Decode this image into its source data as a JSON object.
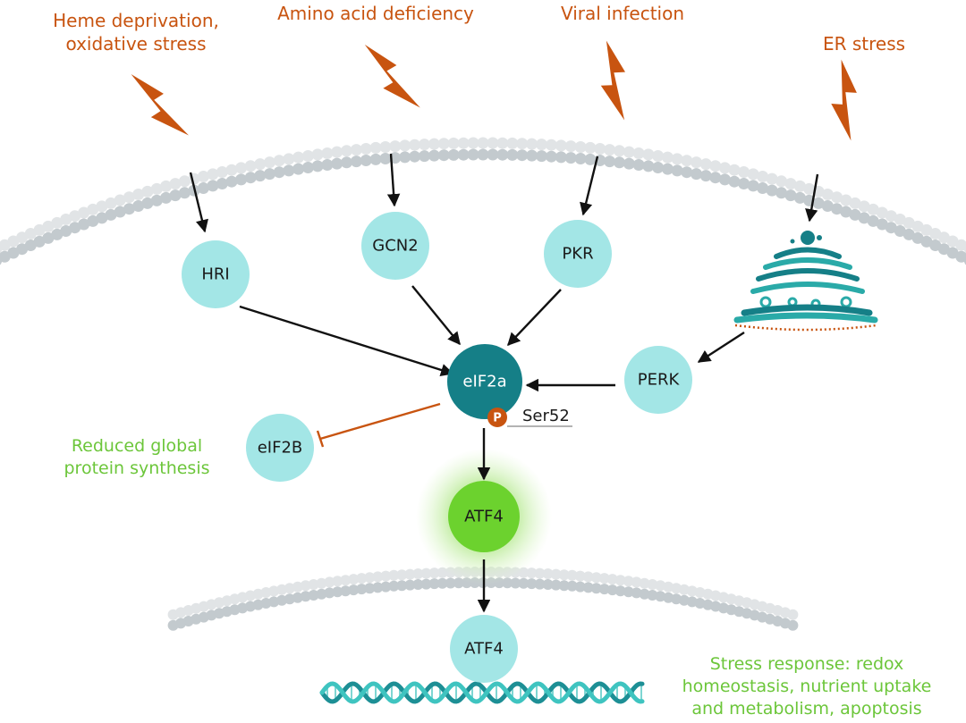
{
  "stressors": {
    "heme_line1": "Heme deprivation,",
    "heme_line2": "oxidative stress",
    "amino": "Amino acid deficiency",
    "viral": "Viral infection",
    "er": "ER stress"
  },
  "kinases": {
    "hri": "HRI",
    "gcn2": "GCN2",
    "pkr": "PKR",
    "perk": "PERK"
  },
  "core": {
    "eif2a": "eIF2a",
    "phospho": "P",
    "site": "Ser52",
    "eif2b": "eIF2B",
    "atf4_cytoplasm": "ATF4",
    "atf4_nucleus": "ATF4"
  },
  "notes": {
    "reduced_line1": "Reduced global",
    "reduced_line2": "protein synthesis",
    "stress_line1": "Stress response: redox",
    "stress_line2": "homeostasis, nutrient uptake",
    "stress_line3": "and metabolism, apoptosis"
  },
  "colors": {
    "stress_orange": "#c85410",
    "node_light": "#a3e6e6",
    "node_dark": "#157f87",
    "atf4_green": "#6cd22e",
    "note_green": "#6cc63a",
    "membrane": "#c9cfd3",
    "dna": "#2aaaa8"
  },
  "icons": {
    "stress": "lightning-bolt-icon",
    "er": "endoplasmic-reticulum-icon",
    "dna": "dna-helix-icon"
  }
}
